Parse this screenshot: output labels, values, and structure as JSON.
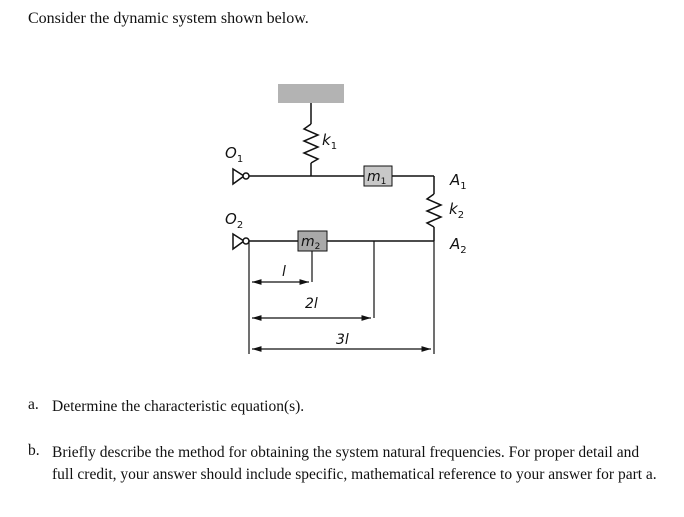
{
  "intro": "Consider the dynamic system shown below.",
  "figure": {
    "labels": {
      "k1": {
        "base": "k",
        "sub": "1"
      },
      "k2": {
        "base": "k",
        "sub": "2"
      },
      "m1": {
        "base": "m",
        "sub": "1"
      },
      "m2": {
        "base": "m",
        "sub": "2"
      },
      "O1": {
        "base": "O",
        "sub": "1"
      },
      "O2": {
        "base": "O",
        "sub": "2"
      },
      "A1": {
        "base": "A",
        "sub": "1"
      },
      "A2": {
        "base": "A",
        "sub": "2"
      },
      "dim_l": "l",
      "dim_2l": "2l",
      "dim_3l": "3l"
    },
    "colors": {
      "ground": "#b3b3b3",
      "mass_m1": "#c8c8c8",
      "mass_m2": "#a9a9a9",
      "lines": "#111111"
    }
  },
  "questions": [
    {
      "label": "a.",
      "text": "Determine the characteristic equation(s)."
    },
    {
      "label": "b.",
      "text": "Briefly describe the method for obtaining the system natural frequencies. For proper detail and full credit, your answer should include specific, mathematical reference to your answer for part a."
    }
  ]
}
